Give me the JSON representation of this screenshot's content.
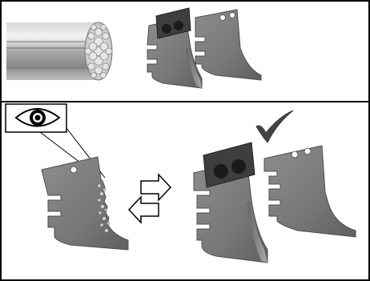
{
  "diagram": {
    "panels": [
      {
        "name": "top-panel",
        "items": [
          "wire-rope-cable-illustration",
          "cutting-blade-pair-with-block"
        ]
      },
      {
        "name": "bottom-panel",
        "items": [
          "inspect-eye-icon",
          "worn-blade-illustration",
          "replace-arrows-icon",
          "new-blade-pair-with-block",
          "checkmark-icon"
        ]
      }
    ],
    "colors": {
      "border": "#000000",
      "blade_fill": "#7f7f7f",
      "blade_dark": "#5a5a5a",
      "block_fill": "#3f3f3f",
      "hole_fill": "#1f1f1f",
      "cable_fill": "#9a9a9a",
      "check_color": "#444444"
    }
  }
}
